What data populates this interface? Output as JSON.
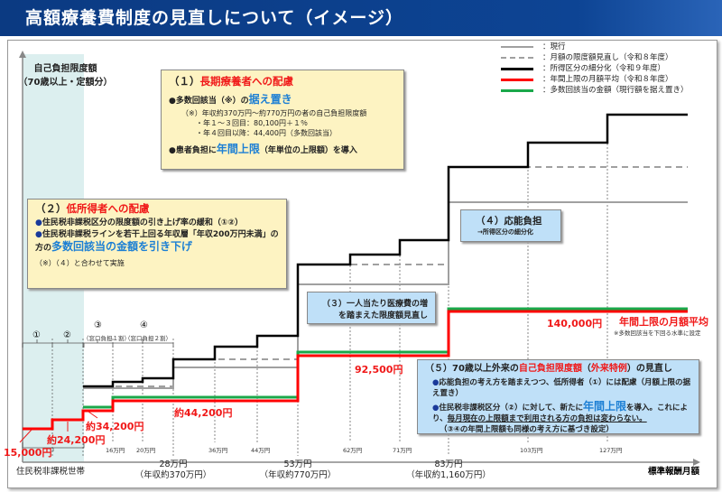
{
  "title": "高額療養費制度の見直しについて（イメージ）",
  "y_axis_label": [
    "自己負担限度額",
    "（70歳以上・定額分）"
  ],
  "x_axis_label": "標準報酬月額",
  "legend": [
    {
      "label": "：現行",
      "style": "gray-solid",
      "color": "#a0a0a0"
    },
    {
      "label": "：月額の限度額見直し（令和８年度）",
      "style": "gray-dashed",
      "color": "#a0a0a0"
    },
    {
      "label": "：所得区分の細分化（令和９年度）",
      "style": "black-solid",
      "color": "#000000"
    },
    {
      "label": "：年間上限の月額平均（令和８年度）",
      "style": "red-solid",
      "color": "#ff0000"
    },
    {
      "label": "：多数回該当の金額（現行額を据え置き）",
      "style": "green-solid",
      "color": "#1aa84a"
    }
  ],
  "box1": {
    "num": "（１）",
    "heading": "長期療養者への配慮",
    "b1_pre": "●多数回該当（※）の",
    "b1_em": "据え置き",
    "note": "（※）年収約370万円～約770万円の者の自己負担限度額",
    "note_l1": "・年１～３回目：80,100円＋１％",
    "note_l2": "・年４回目以降：44,400円（多数回該当）",
    "b2_pre": "●患者負担に",
    "b2_em": "年間上限",
    "b2_post": "（年単位の上限額）を導入"
  },
  "box2": {
    "num": "（２）",
    "heading": "低所得者への配慮",
    "b1": "住民税非課税区分の限度額の引き上げ率の緩和（①②）",
    "b2_pre": "住民税非課税ラインを若干上回る年収層「年収200万円未満」の方の",
    "b2_em": "多数回該当の金額を引き下げ",
    "note": "（※）（４）と合わせて実施"
  },
  "box3": {
    "l1": "（３）一人当たり医療費の増",
    "l2": "を踏まえた限度額見直し"
  },
  "box4": {
    "l1": "（４）応能負担",
    "l2": "→所得区分の細分化"
  },
  "box5": {
    "pre": "（５）70歳以上外来の",
    "em1": "自己負担限度額",
    "mid1": "（",
    "em2": "外来特例",
    "post": "）の見直し",
    "b1": "応能負担の考え方を踏まえつつ、低所得者（①）には配慮（月額上限の据え置き）",
    "b2_pre": "住民税非課税区分（②）に対して、新たに",
    "b2_em": "年間上限",
    "b2_mid": "を導入。これにより、",
    "b2_ul": "毎月現在の上限額まで利用される方の負担は変わらない。",
    "b2_note": "（③④の年間上限額も同様の考え方に基づき設定）"
  },
  "brackets": {
    "c1": "①",
    "c2": "②",
    "c3": "③",
    "c3_sub": "（窓口負担１割）",
    "c4": "④",
    "c4_sub": "（窓口負担２割）",
    "low_income": "住民税非課税世帯"
  },
  "amounts": {
    "a1": "15,000円",
    "a2": "約24,200円",
    "a3": "約34,200円",
    "a4": "約44,200円",
    "a5": "92,500円",
    "a6": "140,000円"
  },
  "annual_cap_label": "年間上限の月額平均",
  "annual_cap_note": "※多数回該当を下回る水準に設定",
  "ticks": [
    "16万円",
    "20万円",
    "36万円",
    "44万円",
    "62万円",
    "71万円",
    "103万円",
    "127万円"
  ],
  "major_ticks": [
    {
      "value": "28万円",
      "income": "（年収約370万円）"
    },
    {
      "value": "53万円",
      "income": "（年収約770万円）"
    },
    {
      "value": "83万円",
      "income": "（年収約1,160万円）"
    }
  ]
}
